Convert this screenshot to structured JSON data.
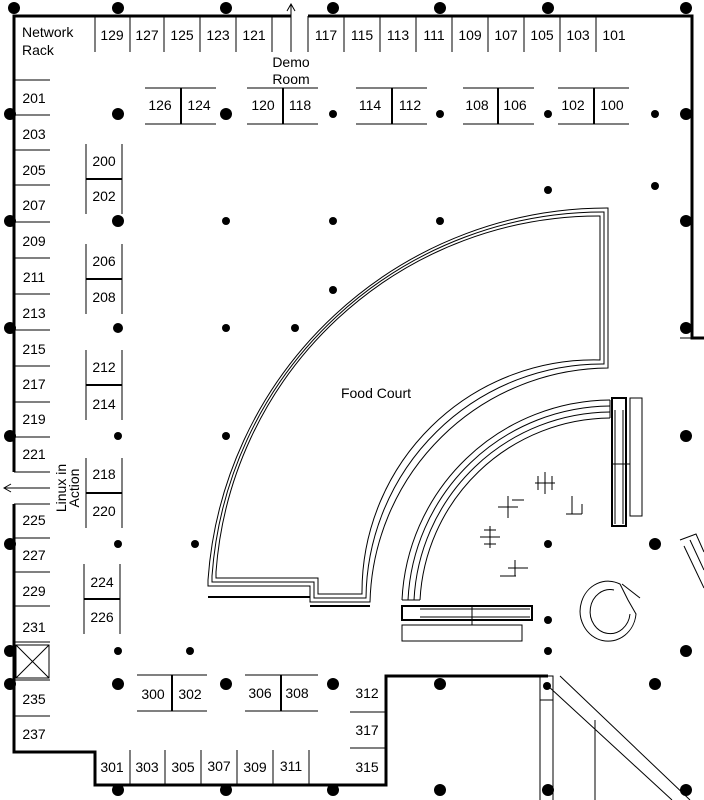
{
  "booths": {
    "top_row": [
      "129",
      "127",
      "125",
      "123",
      "121",
      "117",
      "115",
      "113",
      "111",
      "109",
      "107",
      "105",
      "103",
      "101"
    ],
    "second_row": [
      "126",
      "124",
      "120",
      "118",
      "114",
      "112",
      "108",
      "106",
      "102",
      "100"
    ],
    "left_wall": [
      "201",
      "203",
      "205",
      "207",
      "209",
      "211",
      "213",
      "215",
      "217",
      "219",
      "221",
      "225",
      "227",
      "229",
      "231",
      "235",
      "237"
    ],
    "left_islands": [
      "200",
      "202",
      "206",
      "208",
      "212",
      "214",
      "218",
      "220",
      "224",
      "226"
    ],
    "bottom_islands": [
      "300",
      "302",
      "306",
      "308"
    ],
    "bottom_row": [
      "301",
      "303",
      "305",
      "307",
      "309",
      "311"
    ],
    "right_column": [
      "312",
      "317",
      "315"
    ]
  },
  "areas": {
    "network_rack_1": "Network",
    "network_rack_2": "Rack",
    "demo_room_1": "Demo",
    "demo_room_2": "Room",
    "linux_in_action_1": "Linux in",
    "linux_in_action_2": "Action",
    "food_court": "Food Court"
  }
}
